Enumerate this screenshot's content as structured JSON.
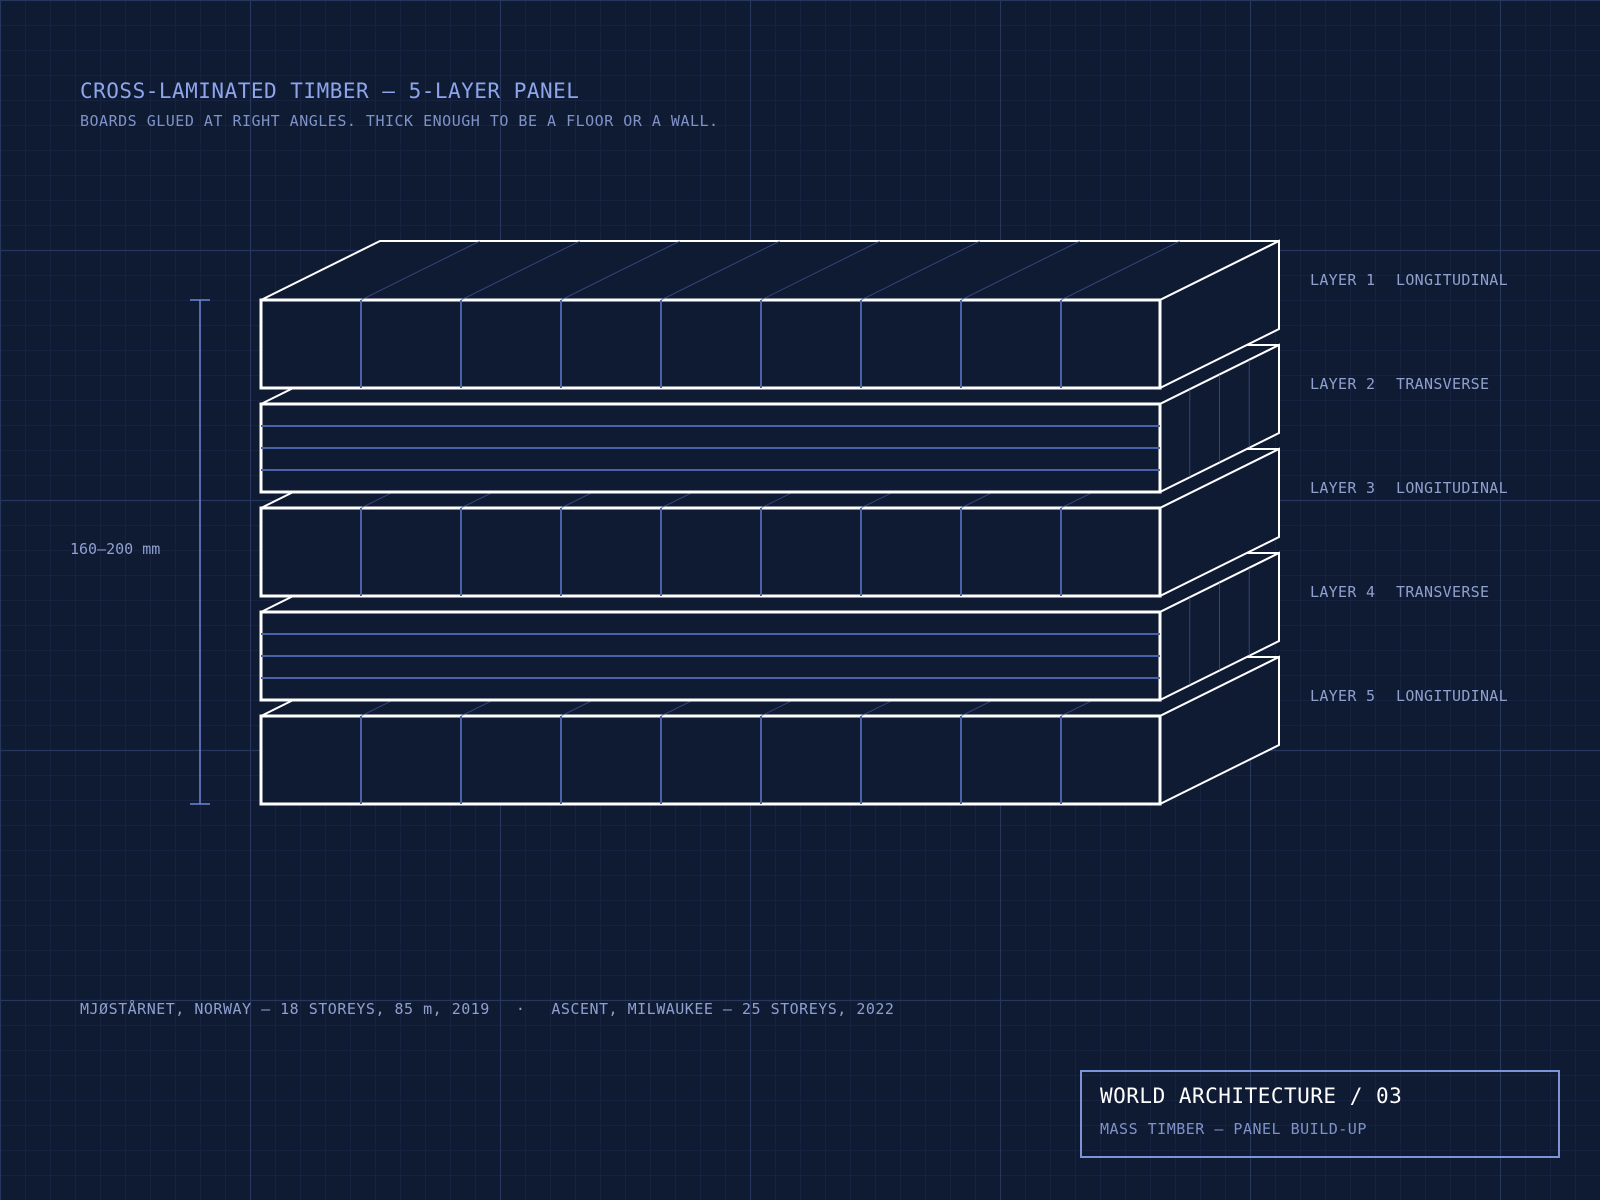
{
  "title": "CROSS-LAMINATED TIMBER — 5-LAYER PANEL",
  "subtitle": "BOARDS GLUED AT RIGHT ANGLES. THICK ENOUGH TO BE A FLOOR OR A WALL.",
  "dimension_label": "160–200 mm",
  "layers": [
    {
      "number": "LAYER 1",
      "orientation": "LONGITUDINAL"
    },
    {
      "number": "LAYER 2",
      "orientation": "TRANSVERSE"
    },
    {
      "number": "LAYER 3",
      "orientation": "LONGITUDINAL"
    },
    {
      "number": "LAYER 4",
      "orientation": "TRANSVERSE"
    },
    {
      "number": "LAYER 5",
      "orientation": "LONGITUDINAL"
    }
  ],
  "footer": {
    "example_1": "MJØSTÅRNET, NORWAY — 18 STOREYS, 85 m, 2019",
    "separator": "·",
    "example_2": "ASCENT, MILWAUKEE — 25 STOREYS, 2022"
  },
  "title_block": {
    "title": "WORLD ARCHITECTURE / 03",
    "subtitle": "MASS TIMBER — PANEL BUILD-UP"
  },
  "colors": {
    "background": "#0f1a33",
    "grid": "#1d2a4a",
    "outline": "#ffffff",
    "board_lines": "#4a62a8",
    "accent": "#8ea5ec",
    "muted_text": "#8fa0cf"
  }
}
